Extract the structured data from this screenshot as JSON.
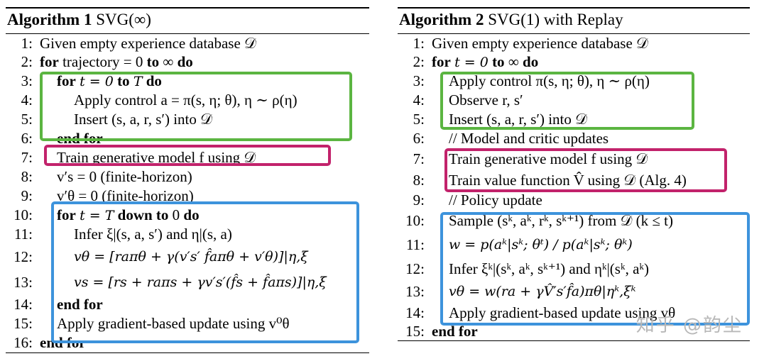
{
  "algo1": {
    "title_bold": "Algorithm 1",
    "title_rest": "SVG(∞)",
    "lines": [
      {
        "n": "1:",
        "text": "Given empty experience database 𝒟"
      },
      {
        "n": "2:",
        "kw": "for",
        "text": "trajectory = 0",
        "kw2": "to",
        "text2": "∞",
        "kw3": "do"
      },
      {
        "n": "3:",
        "kw": "for",
        "text": "t = 0",
        "kw2": "to",
        "text2": "T",
        "kw3": "do"
      },
      {
        "n": "4:",
        "text": "Apply control a = π(s, η; θ), η ∼ ρ(η)"
      },
      {
        "n": "5:",
        "text": "Insert (s, a, r, s′) into 𝒟"
      },
      {
        "n": "6:",
        "kw": "end for"
      },
      {
        "n": "7:",
        "text": "Train generative model f using 𝒟"
      },
      {
        "n": "8:",
        "text": "v′s = 0 (finite-horizon)"
      },
      {
        "n": "9:",
        "text": "v′θ = 0 (finite-horizon)"
      },
      {
        "n": "10:",
        "kw": "for",
        "text": "t = T",
        "kw2": "down to",
        "text2": "0",
        "kw3": "do"
      },
      {
        "n": "11:",
        "text": "Infer ξ|(s, a, s′) and η|(s, a)"
      },
      {
        "n": "12:",
        "text": "vθ = [raπθ + γ(v′s′ f̂aπθ + v′θ)]|η,ξ"
      },
      {
        "n": "13:",
        "text": "vs = [rs + raπs + γv′s′(f̂s + f̂aπs)]|η,ξ"
      },
      {
        "n": "14:",
        "kw": "end for"
      },
      {
        "n": "15:",
        "text": "Apply gradient-based update using v⁰θ"
      },
      {
        "n": "16:",
        "kw": "end for"
      }
    ]
  },
  "algo2": {
    "title_bold": "Algorithm 2",
    "title_rest": "SVG(1) with Replay",
    "lines": [
      {
        "n": "1:",
        "text": "Given empty experience database 𝒟"
      },
      {
        "n": "2:",
        "kw": "for",
        "text": "t = 0",
        "kw2": "to",
        "text2": "∞",
        "kw3": "do"
      },
      {
        "n": "3:",
        "text": "Apply control π(s, η; θ), η ∼ ρ(η)"
      },
      {
        "n": "4:",
        "text": "Observe r, s′"
      },
      {
        "n": "5:",
        "text": "Insert (s, a, r, s′) into 𝒟"
      },
      {
        "n": "6:",
        "text": "// Model and critic updates"
      },
      {
        "n": "7:",
        "text": "Train generative model f using 𝒟"
      },
      {
        "n": "8:",
        "text": "Train value function V̂ using 𝒟 (Alg. 4)"
      },
      {
        "n": "9:",
        "text": "// Policy update"
      },
      {
        "n": "10:",
        "text": "Sample (sᵏ, aᵏ, rᵏ, sᵏ⁺¹) from 𝒟 (k ≤ t)"
      },
      {
        "n": "11:",
        "text": "w = p(aᵏ|sᵏ; θᵗ) / p(aᵏ|sᵏ; θᵏ)"
      },
      {
        "n": "12:",
        "text": "Infer ξᵏ|(sᵏ, aᵏ, sᵏ⁺¹) and ηᵏ|(sᵏ, aᵏ)"
      },
      {
        "n": "13:",
        "text": "vθ = w(ra + γV̂′s′f̂a)πθ|ηᵏ,ξᵏ"
      },
      {
        "n": "14:",
        "text": "Apply gradient-based update using vθ"
      },
      {
        "n": "15:",
        "kw": "end for"
      }
    ]
  },
  "watermark": "知乎 @韵尘",
  "colors": {
    "green": "#5bb541",
    "magenta": "#c2226b",
    "blue": "#3d93dc"
  }
}
